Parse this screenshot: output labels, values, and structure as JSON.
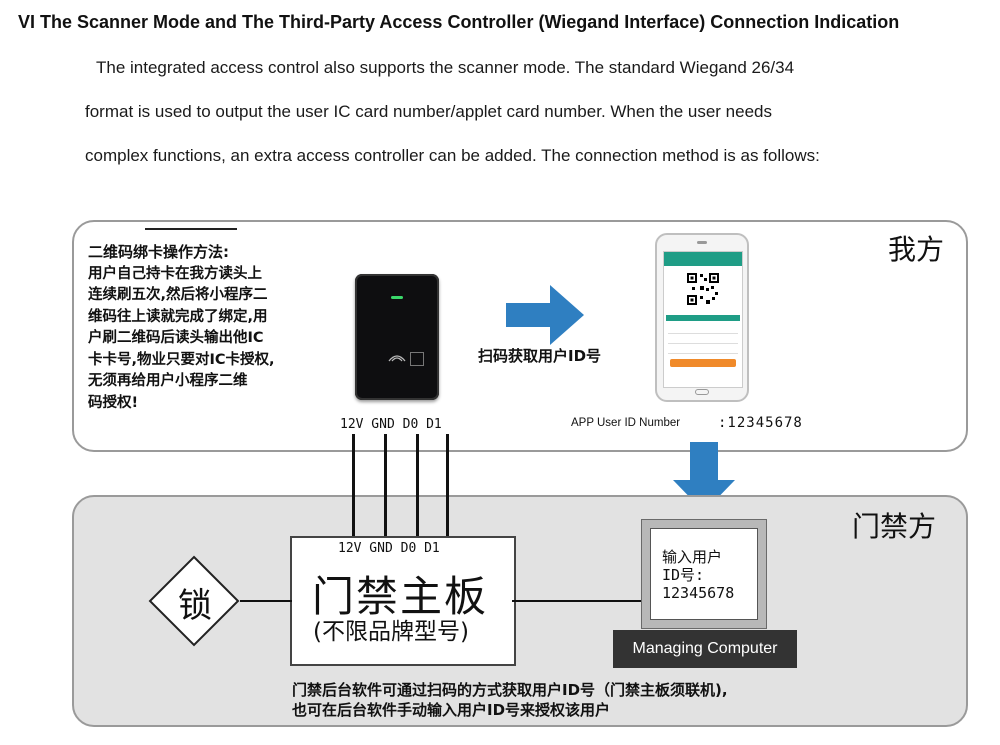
{
  "title": "VI The Scanner Mode and The Third-Party Access Controller (Wiegand Interface) Connection Indication",
  "paragraph": [
    "The integrated access control also supports the scanner mode. The standard Wiegand 26/34",
    "format is used to output the user IC card number/applet card number. When the user needs",
    "complex functions, an extra access controller can be added. The connection method is as follows:"
  ],
  "top_panel": {
    "label": "我方",
    "steps_title": "二维码绑卡操作方法:",
    "steps_lines": [
      " 用户自己持卡在我方读头上",
      "连续刷五次,然后将小程序二",
      "维码往上读就完成了绑定,用",
      "户刷二维码后读头输出他IC",
      "卡卡号,物业只要对IC卡授权,",
      "无须再给用户小程序二维",
      "码授权!"
    ],
    "scan_text": "扫码获取用户ID号",
    "pins": "12V GND D0 D1",
    "app_label": "APP User ID Number",
    "app_value": ":12345678"
  },
  "bottom_panel": {
    "label": "门禁方",
    "board_pins": "12V GND D0 D1",
    "board_title": "门禁主板",
    "board_subtitle": "(不限品牌型号)",
    "lock_label": "锁",
    "computer_lines": [
      "输入用户",
      "ID号:",
      "12345678"
    ],
    "computer_caption": "Managing Computer",
    "note_lines": [
      "门禁后台软件可通过扫码的方式获取用户ID号（门禁主板须联机),",
      "也可在后台软件手动输入用户ID号来授权该用户"
    ]
  },
  "colors": {
    "arrow": "#2f7fc1",
    "panel_bottom": "#e2e2e2",
    "caption_bg": "#333333"
  }
}
